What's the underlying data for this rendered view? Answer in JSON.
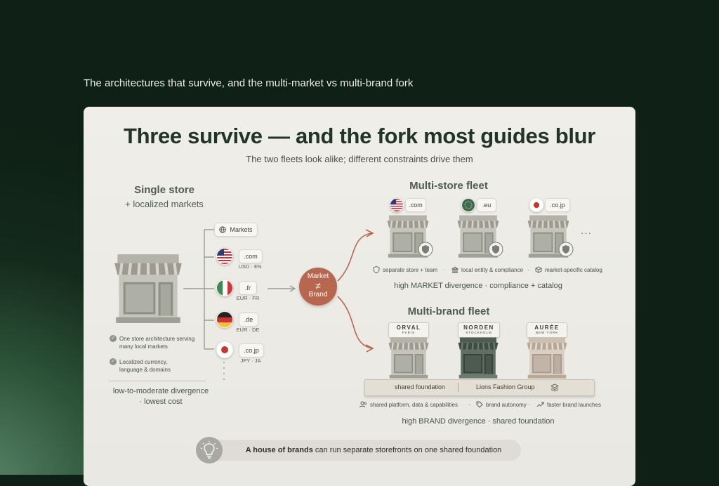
{
  "caption": "The architectures that survive, and the multi-market vs multi-brand fork",
  "title": "Three survive — and the fork most guides blur",
  "subtitle": "The two fleets look alike; different constraints drive them",
  "single_store": {
    "heading": "Single store",
    "subheading": "+ localized markets",
    "markets_label": "Markets",
    "markets": [
      {
        "code": ".com",
        "sub": "USD · EN",
        "flag": "us"
      },
      {
        "code": ".fr",
        "sub": "EUR · FR",
        "flag": "it"
      },
      {
        "code": ".de",
        "sub": "EUR · DE",
        "flag": "de"
      },
      {
        "code": ".co.jp",
        "sub": "JPY · JA",
        "flag": "jp"
      }
    ],
    "features": [
      "One store architecture serving many local markets",
      "Localized currency, language & domains"
    ],
    "divergence_line1": "low-to-moderate divergence",
    "divergence_line2": "· lowest cost"
  },
  "fork": {
    "line1": "Market",
    "symbol": "≠",
    "line2": "Brand"
  },
  "multi_store": {
    "heading": "Multi-store fleet",
    "stores": [
      {
        "code": ".com",
        "flag": "us"
      },
      {
        "code": ".eu",
        "flag": "eu"
      },
      {
        "code": ".co.jp",
        "flag": "jp"
      }
    ],
    "more": "···",
    "features": [
      "separate store + team",
      "local entity & compliance",
      "market-specific catalog"
    ],
    "divergence": "high MARKET divergence · compliance + catalog"
  },
  "multi_brand": {
    "heading": "Multi-brand fleet",
    "brands": [
      {
        "name": "ORVAL",
        "city": "PARIS"
      },
      {
        "name": "NORDEN",
        "city": "STOCKHOLM"
      },
      {
        "name": "AURÈE",
        "city": "NEW YORK"
      }
    ],
    "foundation_left": "shared foundation",
    "foundation_right": "Lions Fashion Group",
    "features": [
      "shared platform, data & capabilities",
      "brand autonomy",
      "faster brand launches"
    ],
    "divergence": "high BRAND divergence · shared foundation"
  },
  "hint": {
    "bold": "A house of brands",
    "rest": " can run separate storefronts on one shared foundation"
  },
  "colors": {
    "accent": "#b7674f",
    "heading": "#22332a",
    "background": "#0f2016"
  },
  "icons": [
    "globe-icon",
    "check-icon",
    "shield-icon",
    "building-icon",
    "cube-icon",
    "users-icon",
    "tag-icon",
    "trend-icon",
    "layers-icon",
    "lightbulb-icon",
    "storefront-icon"
  ]
}
